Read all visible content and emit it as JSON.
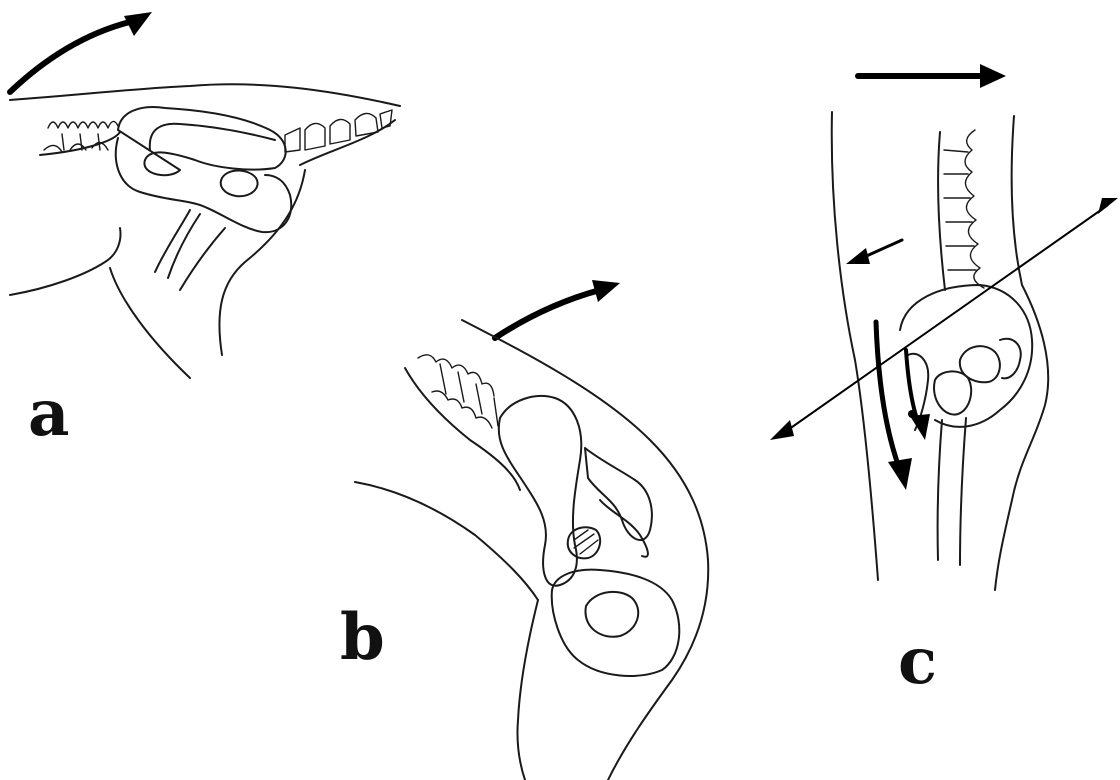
{
  "labels": {
    "a": "a",
    "b": "b",
    "c": "c"
  },
  "colors": {
    "ink": "#1a1a1a",
    "background": "#ffffff"
  }
}
